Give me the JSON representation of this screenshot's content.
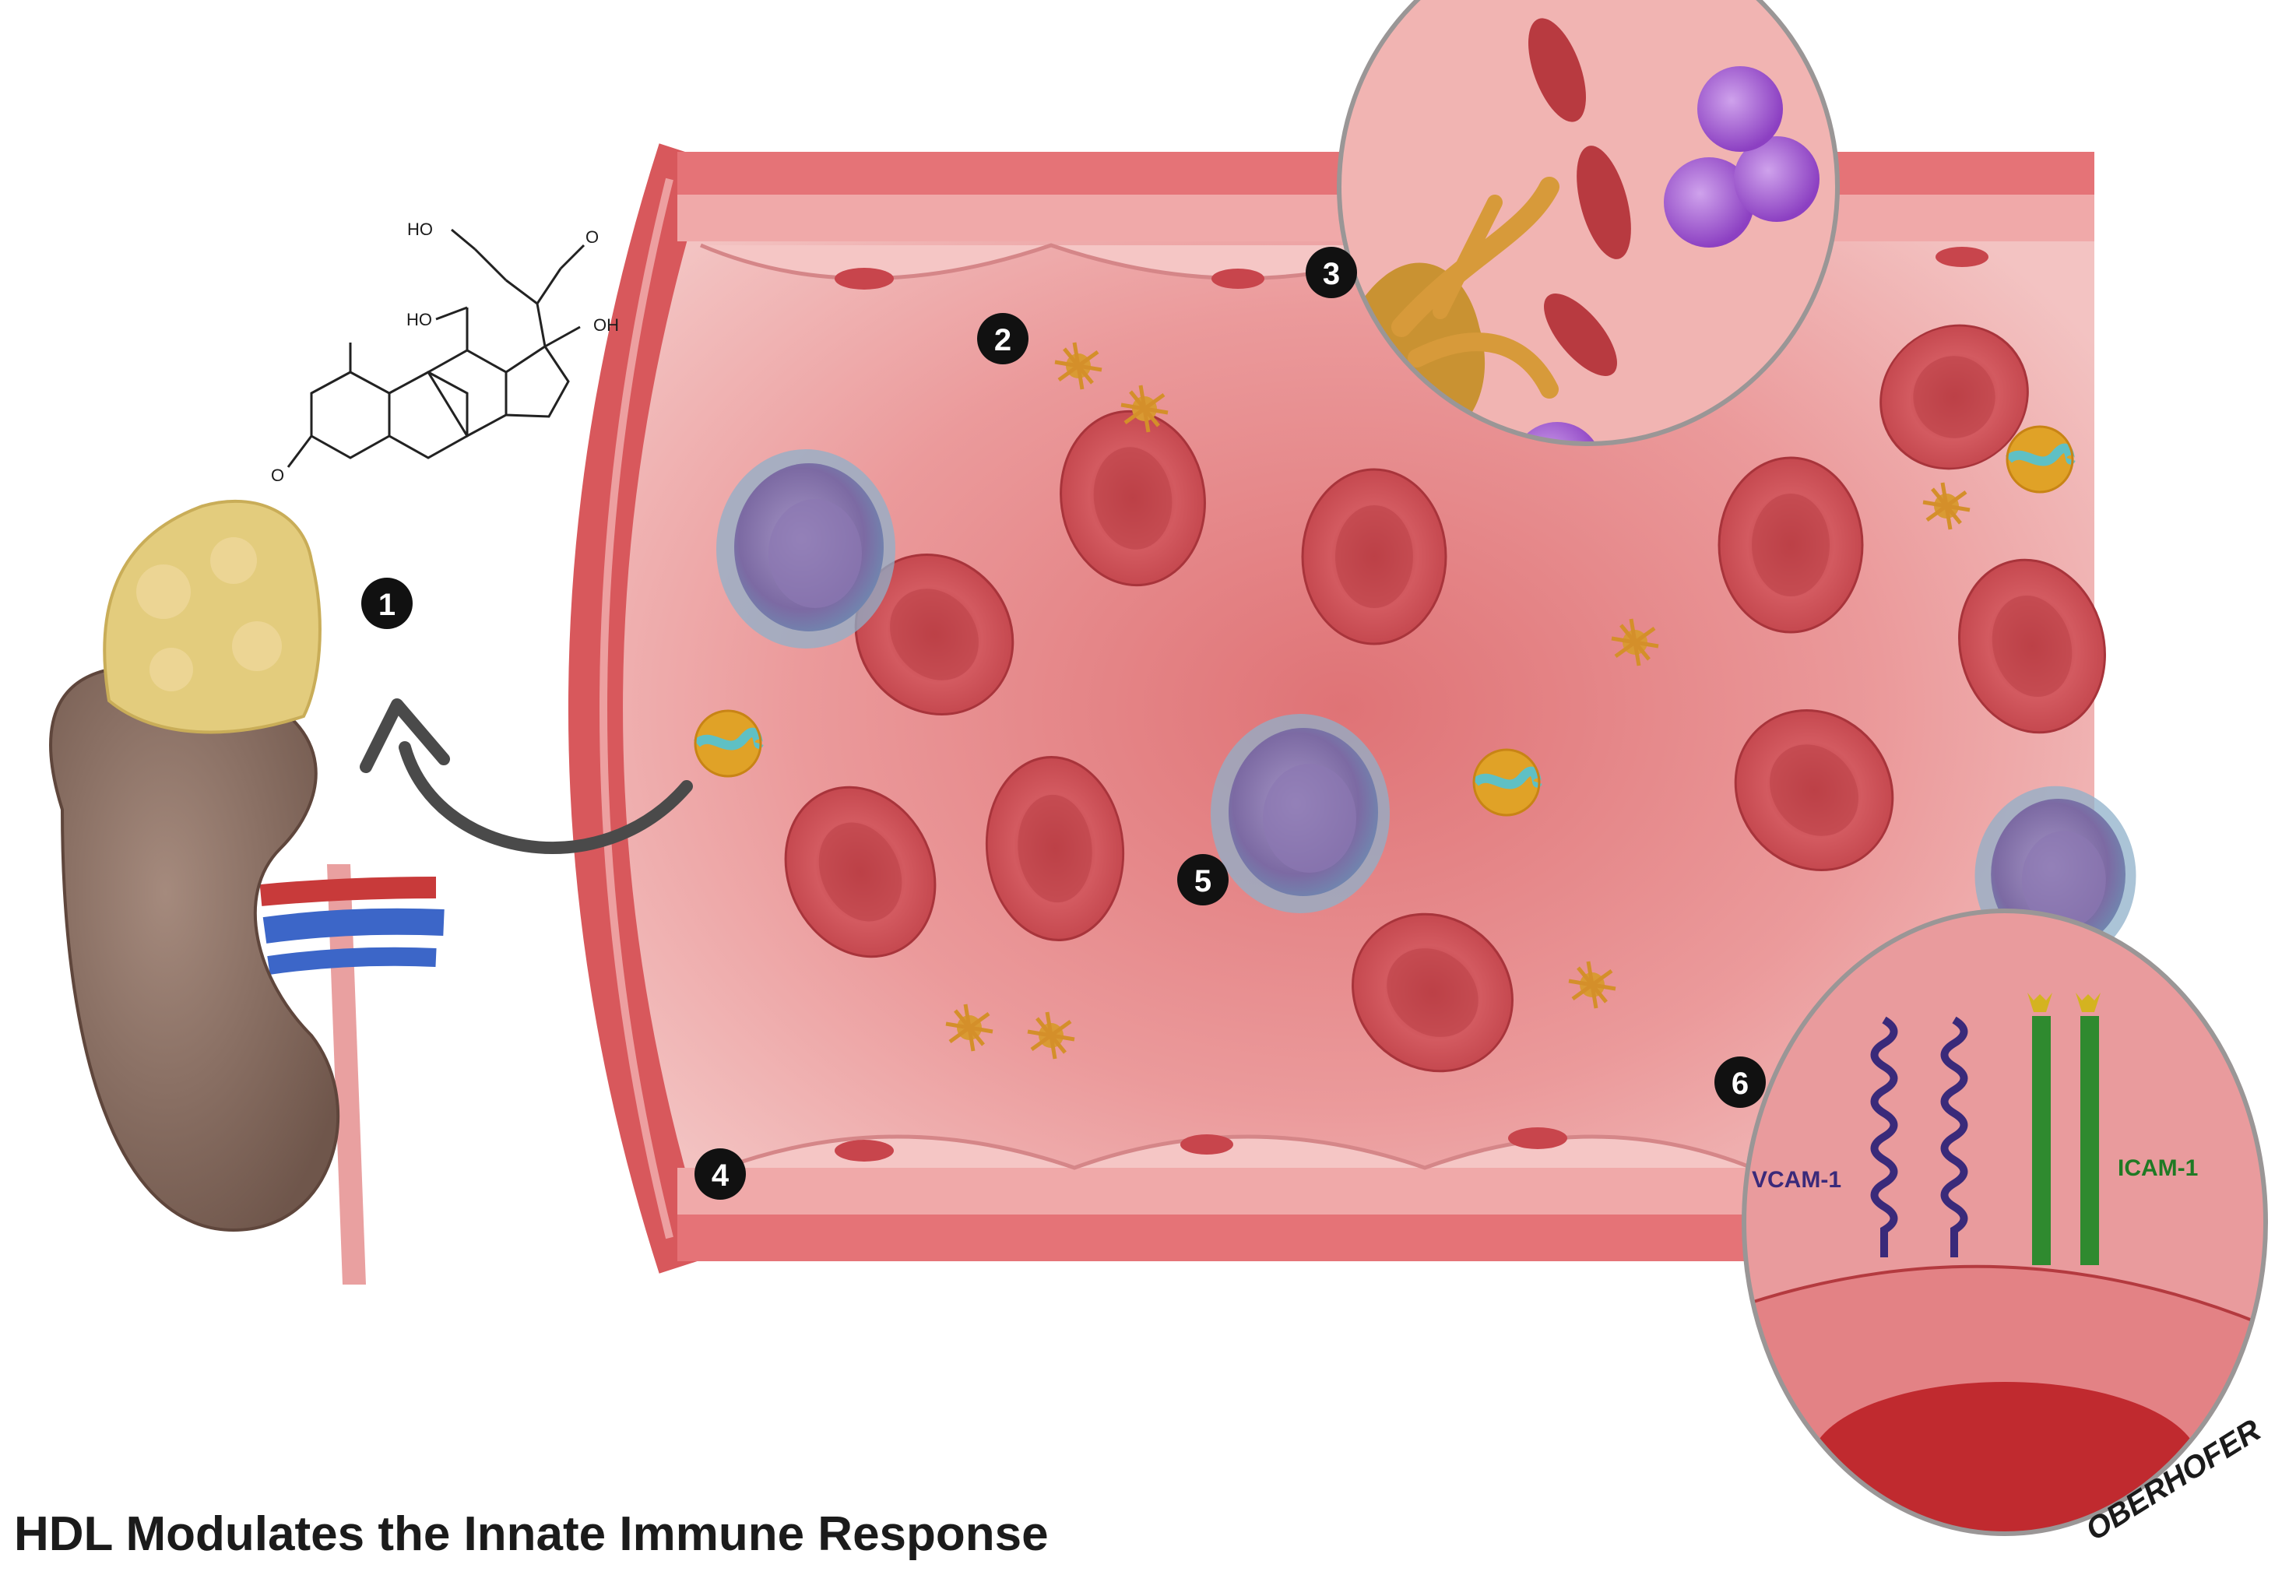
{
  "caption": "HDL Modulates the Innate Immune Response",
  "markers": [
    "1",
    "2",
    "3",
    "4",
    "5",
    "6"
  ],
  "molecule_labels": {
    "ho_top": "HO",
    "o_top": "O",
    "oh": "OH",
    "ho_left": "HO",
    "o_left": "O"
  },
  "receptor_labels": {
    "vcam": "VCAM-1",
    "icam": "ICAM-1"
  },
  "signature": "OBERHOFER",
  "colors": {
    "vessel": "#e07a7c",
    "rbc": "#d4535a",
    "monocyte": "#8f7bb5",
    "neutrophil": "#a25ad0",
    "vcam": "#3a2a7a",
    "icam": "#2f8a2f",
    "adrenal": "#e3cc7d",
    "kidney": "#8e7266"
  }
}
